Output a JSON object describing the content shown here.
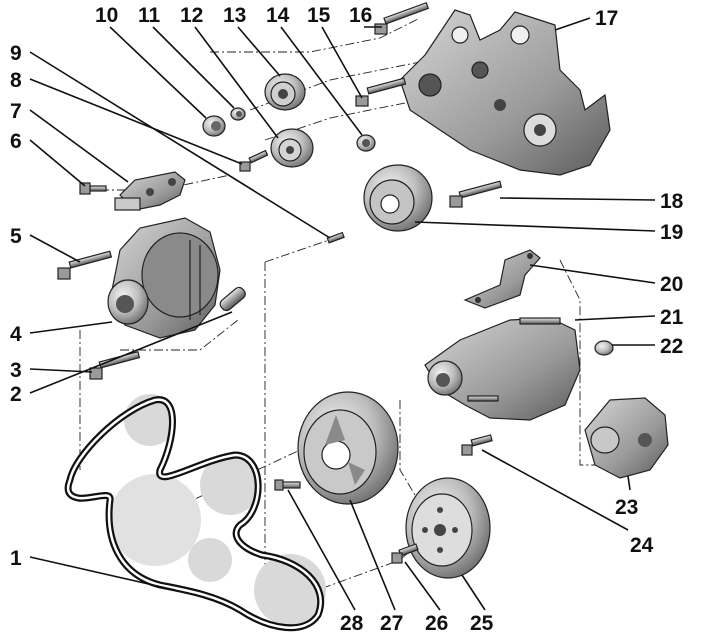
{
  "callouts": [
    {
      "id": "1",
      "text": "1"
    },
    {
      "id": "2",
      "text": "2"
    },
    {
      "id": "3",
      "text": "3"
    },
    {
      "id": "4",
      "text": "4"
    },
    {
      "id": "5",
      "text": "5"
    },
    {
      "id": "6",
      "text": "6"
    },
    {
      "id": "7",
      "text": "7"
    },
    {
      "id": "8",
      "text": "8"
    },
    {
      "id": "9",
      "text": "9"
    },
    {
      "id": "10",
      "text": "10"
    },
    {
      "id": "11",
      "text": "11"
    },
    {
      "id": "12",
      "text": "12"
    },
    {
      "id": "13",
      "text": "13"
    },
    {
      "id": "14",
      "text": "14"
    },
    {
      "id": "15",
      "text": "15"
    },
    {
      "id": "16",
      "text": "16"
    },
    {
      "id": "17",
      "text": "17"
    },
    {
      "id": "18",
      "text": "18"
    },
    {
      "id": "19",
      "text": "19"
    },
    {
      "id": "20",
      "text": "20"
    },
    {
      "id": "21",
      "text": "21"
    },
    {
      "id": "22",
      "text": "22"
    },
    {
      "id": "23",
      "text": "23"
    },
    {
      "id": "24",
      "text": "24"
    },
    {
      "id": "25",
      "text": "25"
    },
    {
      "id": "26",
      "text": "26"
    },
    {
      "id": "27",
      "text": "27"
    },
    {
      "id": "28",
      "text": "28"
    }
  ],
  "colors": {
    "ink": "#111111",
    "metal_light": "#e6e6e6",
    "metal_mid": "#b4b4b4",
    "metal_dark": "#6a6a6a",
    "belt_ghost": "#d9d9d9"
  }
}
